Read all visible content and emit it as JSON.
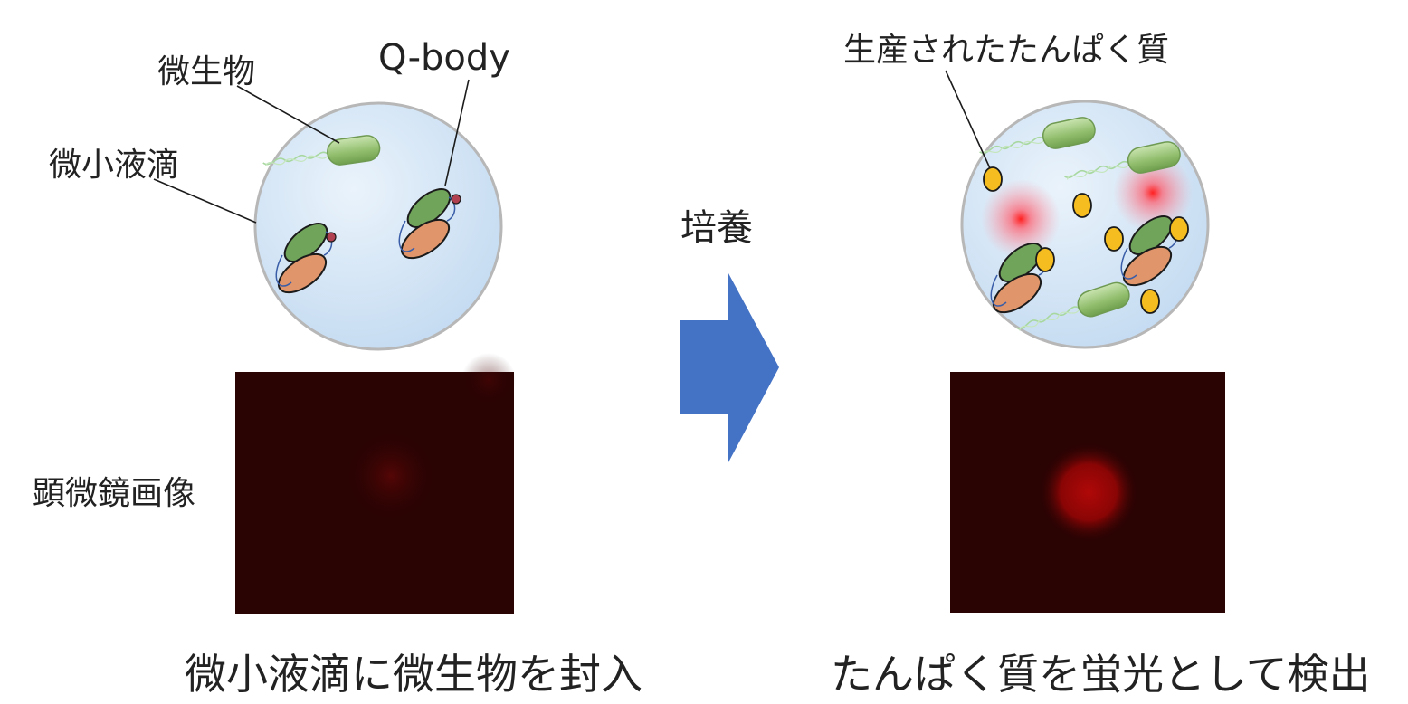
{
  "labels": {
    "microbe": "微生物",
    "qbody": "Q-body",
    "droplet": "微小液滴",
    "produced_protein": "生産されたたんぱく質",
    "culture": "培養",
    "micrograph": "顕微鏡画像",
    "caption_left": "微小液滴に微生物を封入",
    "caption_right": "たんぱく質を蛍光として検出"
  },
  "colors": {
    "droplet_fill": "#cfe3f6",
    "arrow": "#4472c4",
    "microbe_green": "#8fbc6a",
    "antibody_green": "#6fa45a",
    "antibody_orange": "#e0956a",
    "protein_yellow": "#f5bd1f",
    "micrograph_bg": "#2a0303",
    "fluorescence_red": "#e00000"
  },
  "icons": [
    "droplet-icon",
    "microbe-icon",
    "qbody-icon",
    "protein-icon",
    "fluorescence-icon",
    "right-arrow-icon"
  ]
}
